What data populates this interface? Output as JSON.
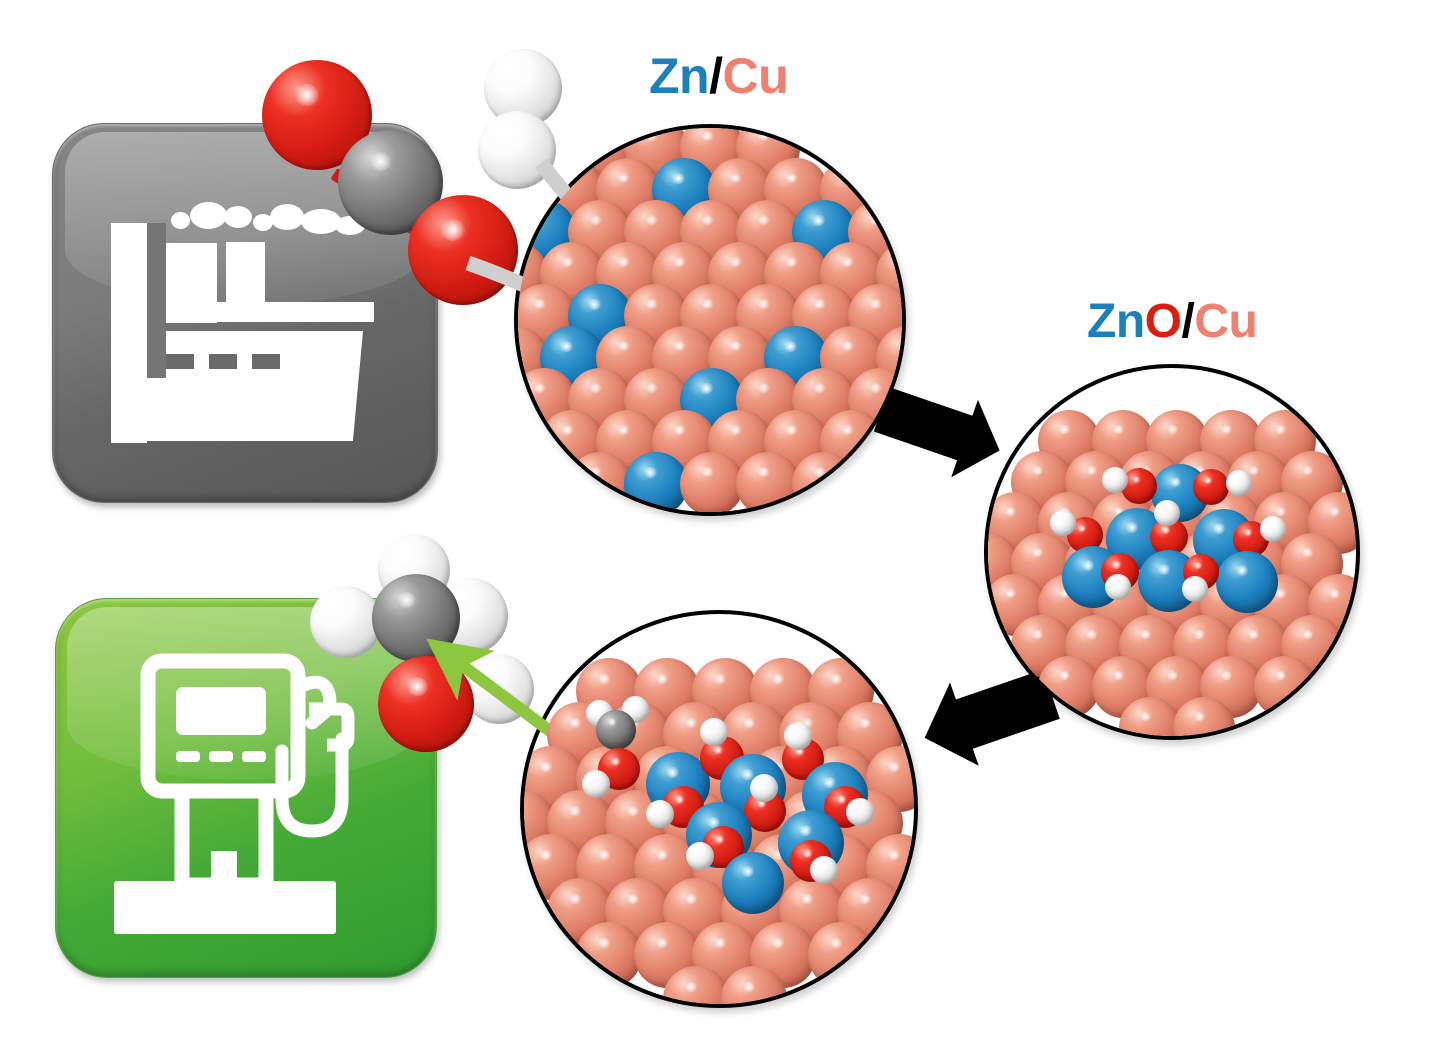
{
  "figure": {
    "title": "CO2 hydrogenation to methanol over Zn/Cu and ZnO/Cu catalysts",
    "background": "#ffffff"
  },
  "labels": [
    {
      "id": "zn-cu",
      "text": "Zn/Cu",
      "segments": [
        {
          "text": "Zn",
          "color": "#1c7fbe"
        },
        {
          "text": "/",
          "color": "#000000"
        },
        {
          "text": "Cu",
          "color": "#f08070"
        }
      ]
    },
    {
      "id": "zno-cu",
      "text": "ZnO/Cu",
      "segments": [
        {
          "text": "Zn",
          "color": "#1c7fbe"
        },
        {
          "text": "O",
          "color": "#e01c10"
        },
        {
          "text": "/",
          "color": "#000000"
        },
        {
          "text": "Cu",
          "color": "#f08070"
        }
      ]
    }
  ],
  "tiles": [
    {
      "id": "factory",
      "name": "factory-icon-tile",
      "meaning": "industrial CO2 source",
      "color": "#6f6f6f",
      "glyph": "factory-icon"
    },
    {
      "id": "fuel",
      "name": "gas-station-icon-tile",
      "meaning": "methanol fuel product",
      "color": "#57b239",
      "glyph": "gas-pump-icon"
    }
  ],
  "molecules": [
    {
      "id": "co2",
      "formula": "CO2",
      "name": "carbon-dioxide-molecule",
      "atoms": [
        "O",
        "C",
        "O"
      ],
      "colors": {
        "O": "#d01b12",
        "C": "#707070"
      }
    },
    {
      "id": "h2",
      "formula": "H2",
      "name": "hydrogen-molecule",
      "atoms": [
        "H",
        "H"
      ],
      "colors": {
        "H": "#ffffff"
      }
    },
    {
      "id": "ch3oh",
      "formula": "CH3OH",
      "name": "methanol-molecule",
      "atoms": [
        "C",
        "H",
        "H",
        "H",
        "O",
        "H"
      ],
      "colors": {
        "C": "#707070",
        "H": "#ffffff",
        "O": "#d01b12"
      }
    }
  ],
  "surfaces": [
    {
      "id": "zn-cu-surface",
      "name": "zn-cu-surface-circle",
      "substrate": "Cu",
      "dopant": "Zn",
      "substrate_color": "#e07f68",
      "dopant_color": "#1c7fbe",
      "description": "Close-packed Cu surface with isolated substitutional Zn atoms"
    },
    {
      "id": "zno-cu-surface",
      "name": "zno-cu-surface-circle",
      "substrate": "Cu",
      "adsorbate": "ZnO(H) cluster",
      "substrate_color": "#e07f68",
      "zn_color": "#1c7fbe",
      "o_color": "#d01b12",
      "h_color": "#ffffff",
      "description": "Hydroxylated ZnO cluster supported on Cu"
    },
    {
      "id": "methoxy-surface",
      "name": "methoxy-zno-cu-surface-circle",
      "substrate": "Cu",
      "adsorbate": "ZnO(H) cluster + methoxy CH3O",
      "substrate_color": "#e07f68",
      "zn_color": "#1c7fbe",
      "o_color": "#d01b12",
      "h_color": "#ffffff",
      "c_color": "#707070",
      "description": "Methanol/methoxy species forming on the ZnO/Cu interface"
    }
  ],
  "arrows": [
    {
      "id": "co2-to-surface",
      "name": "co2-adsorption-arrow",
      "color": "#cfcfcf",
      "from": "co2",
      "to": "zn-cu-surface"
    },
    {
      "id": "h2-to-surface",
      "name": "h2-adsorption-arrow",
      "color": "#cfcfcf",
      "from": "h2",
      "to": "zn-cu-surface"
    },
    {
      "id": "zncu-to-znocu",
      "name": "oxidation-arrow",
      "color": "#000000",
      "from": "zn-cu-surface",
      "to": "zno-cu-surface"
    },
    {
      "id": "znocu-to-meoh",
      "name": "hydrogenation-arrow",
      "color": "#000000",
      "from": "zno-cu-surface",
      "to": "methoxy-surface"
    },
    {
      "id": "meoh-release",
      "name": "methanol-release-arrow",
      "color": "#8dc63f",
      "from": "methoxy-surface",
      "to": "ch3oh"
    }
  ]
}
